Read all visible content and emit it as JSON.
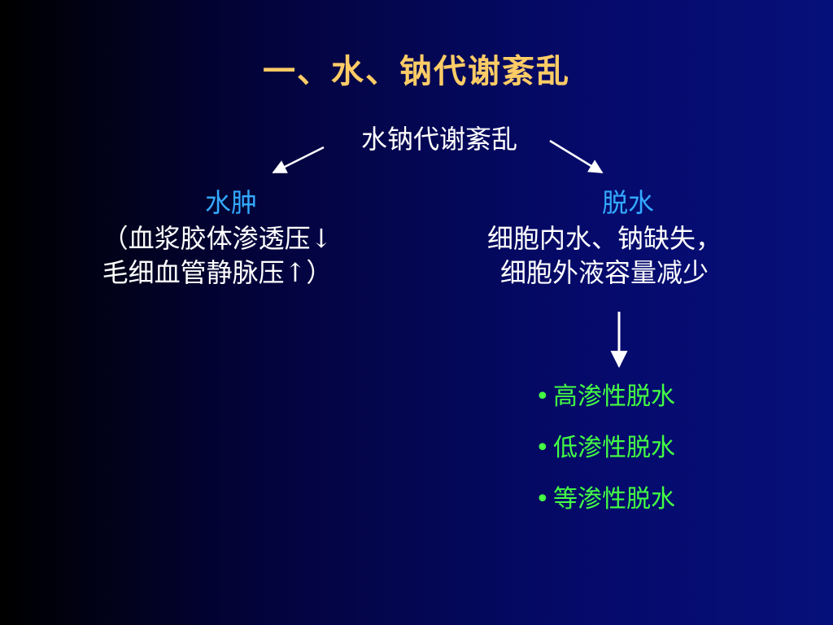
{
  "slide": {
    "title": "一、水、钠代谢紊乱",
    "root": "水钠代谢紊乱",
    "left_branch": {
      "title": "水肿",
      "lines": [
        "（血浆胶体渗透压↓",
        "毛细血管静脉压↑）"
      ]
    },
    "right_branch": {
      "title": "脱水",
      "lines": [
        "细胞内水、钠缺失，",
        "细胞外液容量减少"
      ]
    },
    "dehydration_types": [
      {
        "bullet": "•",
        "label": "高渗性脱水"
      },
      {
        "bullet": "•",
        "label": "低渗性脱水"
      },
      {
        "bullet": "•",
        "label": "等渗性脱水"
      }
    ]
  },
  "colors": {
    "title": "#ffcc66",
    "branch_title": "#33aaff",
    "body_text": "#ffffff",
    "list_text": "#44ff44",
    "arrows": "#ffffff"
  }
}
